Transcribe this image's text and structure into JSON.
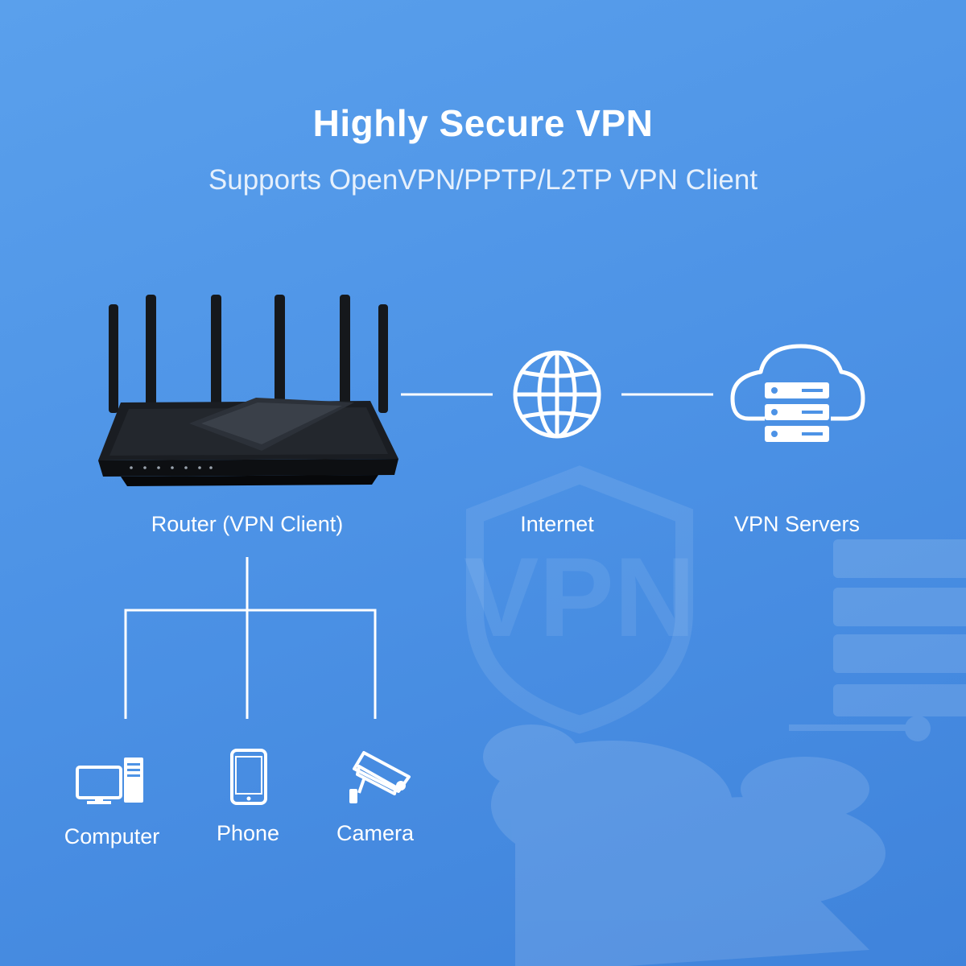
{
  "header": {
    "title": "Highly Secure VPN",
    "subtitle": "Supports OpenVPN/PPTP/L2TP VPN Client"
  },
  "diagram": {
    "nodes": {
      "router": {
        "label": "Router (VPN Client)",
        "icon": "router-icon"
      },
      "internet": {
        "label": "Internet",
        "icon": "globe-icon"
      },
      "vpn_servers": {
        "label": "VPN Servers",
        "icon": "cloud-server-icon"
      }
    },
    "devices": [
      {
        "label": "Computer",
        "icon": "computer-icon"
      },
      {
        "label": "Phone",
        "icon": "phone-icon"
      },
      {
        "label": "Camera",
        "icon": "camera-icon"
      }
    ],
    "background_watermark": "VPN",
    "colors": {
      "background": "#4d93e6",
      "line": "#ffffff",
      "router": "#111418"
    }
  }
}
